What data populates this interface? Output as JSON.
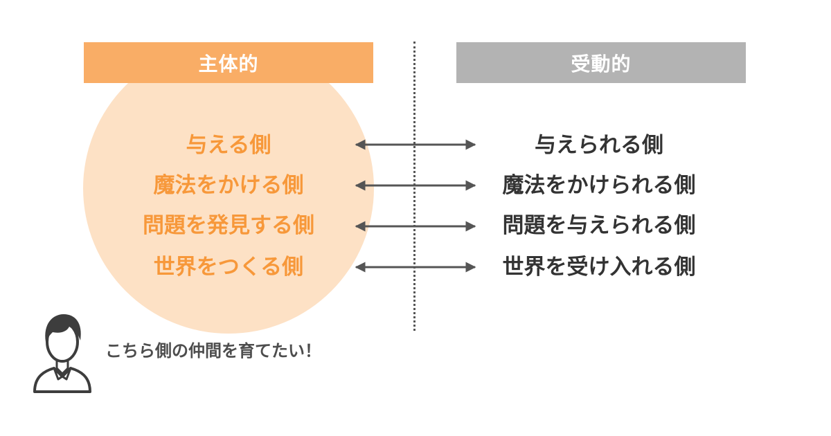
{
  "headers": {
    "left": "主体的",
    "right": "受動的"
  },
  "rows": [
    {
      "left": "与える側",
      "right": "与えられる側"
    },
    {
      "left": "魔法をかける側",
      "right": "魔法をかけられる側"
    },
    {
      "left": "問題を発見する側",
      "right": "問題を与えられる側"
    },
    {
      "left": "世界をつくる側",
      "right": "世界を受け入れる側"
    }
  ],
  "speech": "こちら側の仲間を育てたい！",
  "colors": {
    "active_header": "#f9ad66",
    "active_circle": "#fde1c5",
    "active_text": "#f7983a",
    "passive_header": "#b3b3b3",
    "passive_text": "#333333",
    "arrow": "#555555"
  },
  "icons": {
    "arrow": "double-headed-arrow-icon",
    "person": "person-avatar-icon"
  }
}
